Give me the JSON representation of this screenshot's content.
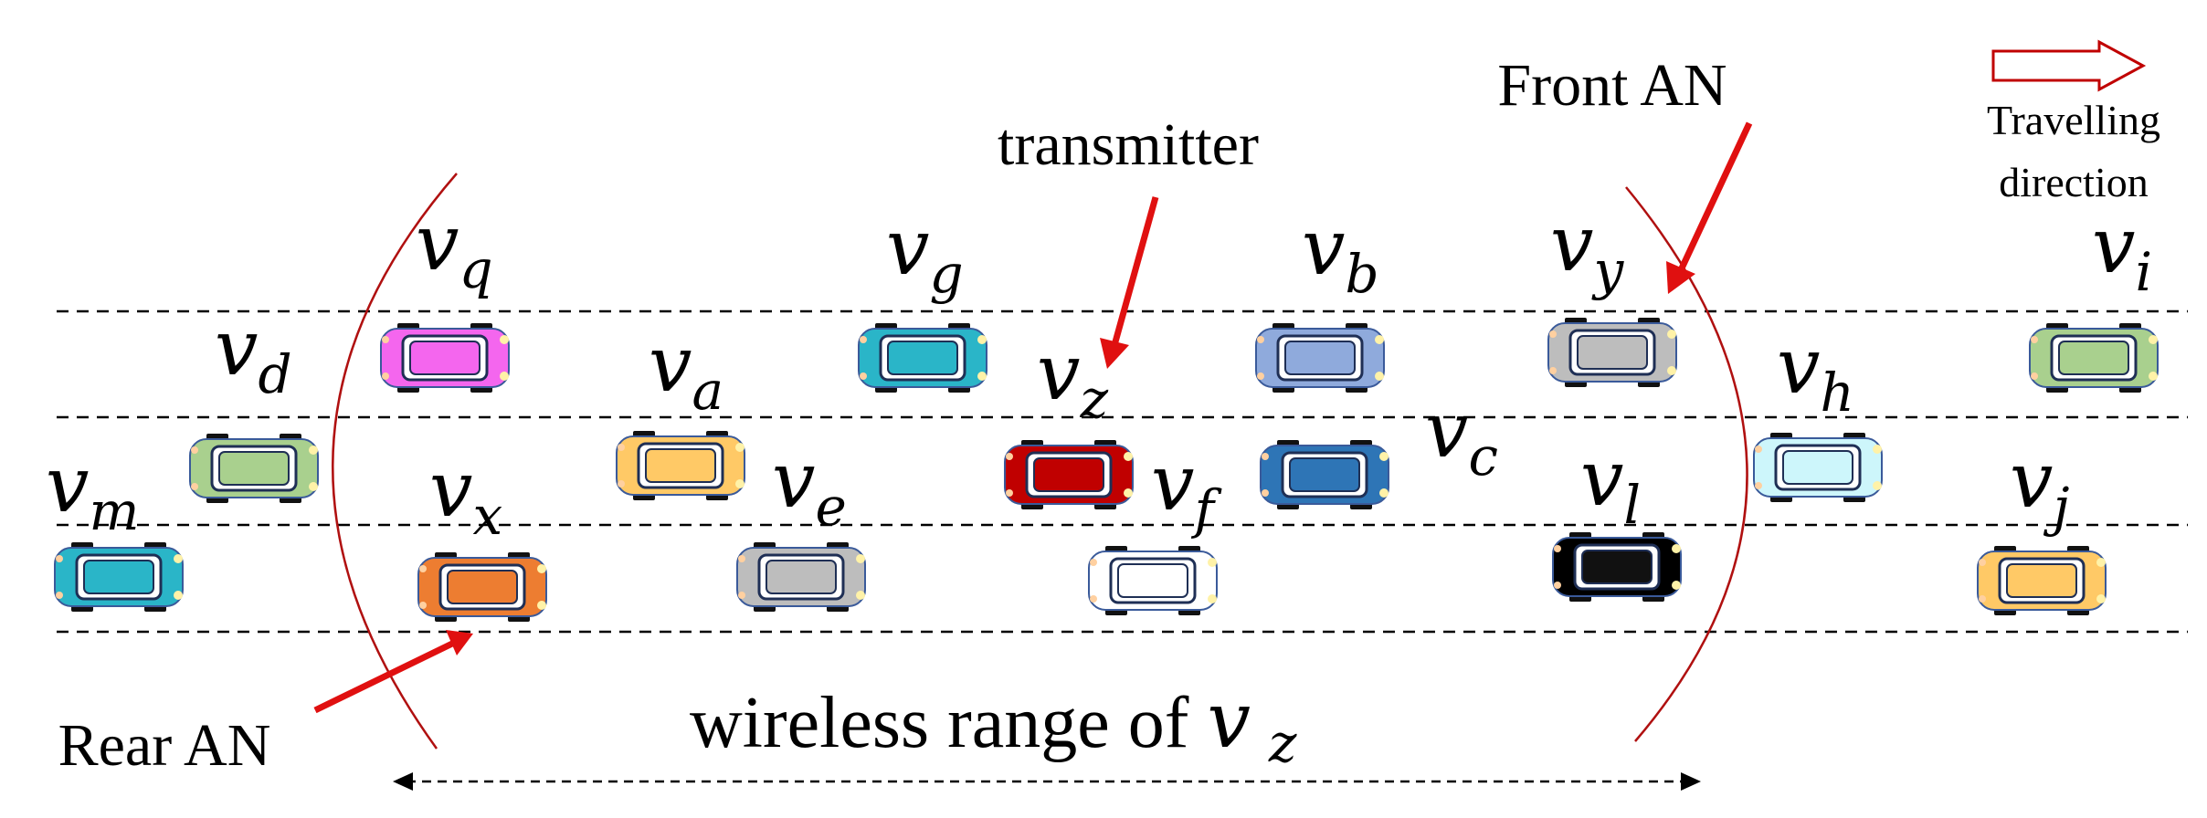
{
  "labels": {
    "travelling_direction_line1": "Travelling",
    "travelling_direction_line2": "direction",
    "front_an": "Front AN",
    "rear_an": "Rear AN",
    "transmitter": "transmitter",
    "wireless_range": "wireless range of ",
    "wireless_range_var": "v",
    "wireless_range_sub": "z"
  },
  "vehicles": [
    {
      "id": "q",
      "base": "v",
      "sub": "q",
      "color": "#f466ee"
    },
    {
      "id": "d",
      "base": "v",
      "sub": "d",
      "color": "#a9d08e"
    },
    {
      "id": "m",
      "base": "v",
      "sub": "m",
      "color": "#2ab5c8"
    },
    {
      "id": "x",
      "base": "v",
      "sub": "x",
      "color": "#ed7d31"
    },
    {
      "id": "a",
      "base": "v",
      "sub": "a",
      "color": "#ffc966"
    },
    {
      "id": "e",
      "base": "v",
      "sub": "e",
      "color": "#bdbdbd"
    },
    {
      "id": "g",
      "base": "v",
      "sub": "g",
      "color": "#2ab5c8"
    },
    {
      "id": "z",
      "base": "v",
      "sub": "z",
      "color": "#c00000"
    },
    {
      "id": "f",
      "base": "v",
      "sub": "f",
      "color": "#ffffff"
    },
    {
      "id": "b",
      "base": "v",
      "sub": "b",
      "color": "#8faadc"
    },
    {
      "id": "c",
      "base": "v",
      "sub": "c",
      "color": "#2e75b6"
    },
    {
      "id": "y",
      "base": "v",
      "sub": "y",
      "color": "#bdbdbd"
    },
    {
      "id": "l",
      "base": "v",
      "sub": "l",
      "color": "#000000"
    },
    {
      "id": "h",
      "base": "v",
      "sub": "h",
      "color": "#cdf6fb"
    },
    {
      "id": "i",
      "base": "v",
      "sub": "i",
      "color": "#a9d08e"
    },
    {
      "id": "j",
      "base": "v",
      "sub": "j",
      "color": "#ffc966"
    }
  ],
  "colors": {
    "accent": "#e01010",
    "range_arc": "#b01010",
    "lane": "#000000",
    "direction_arrow": "#c00000"
  }
}
